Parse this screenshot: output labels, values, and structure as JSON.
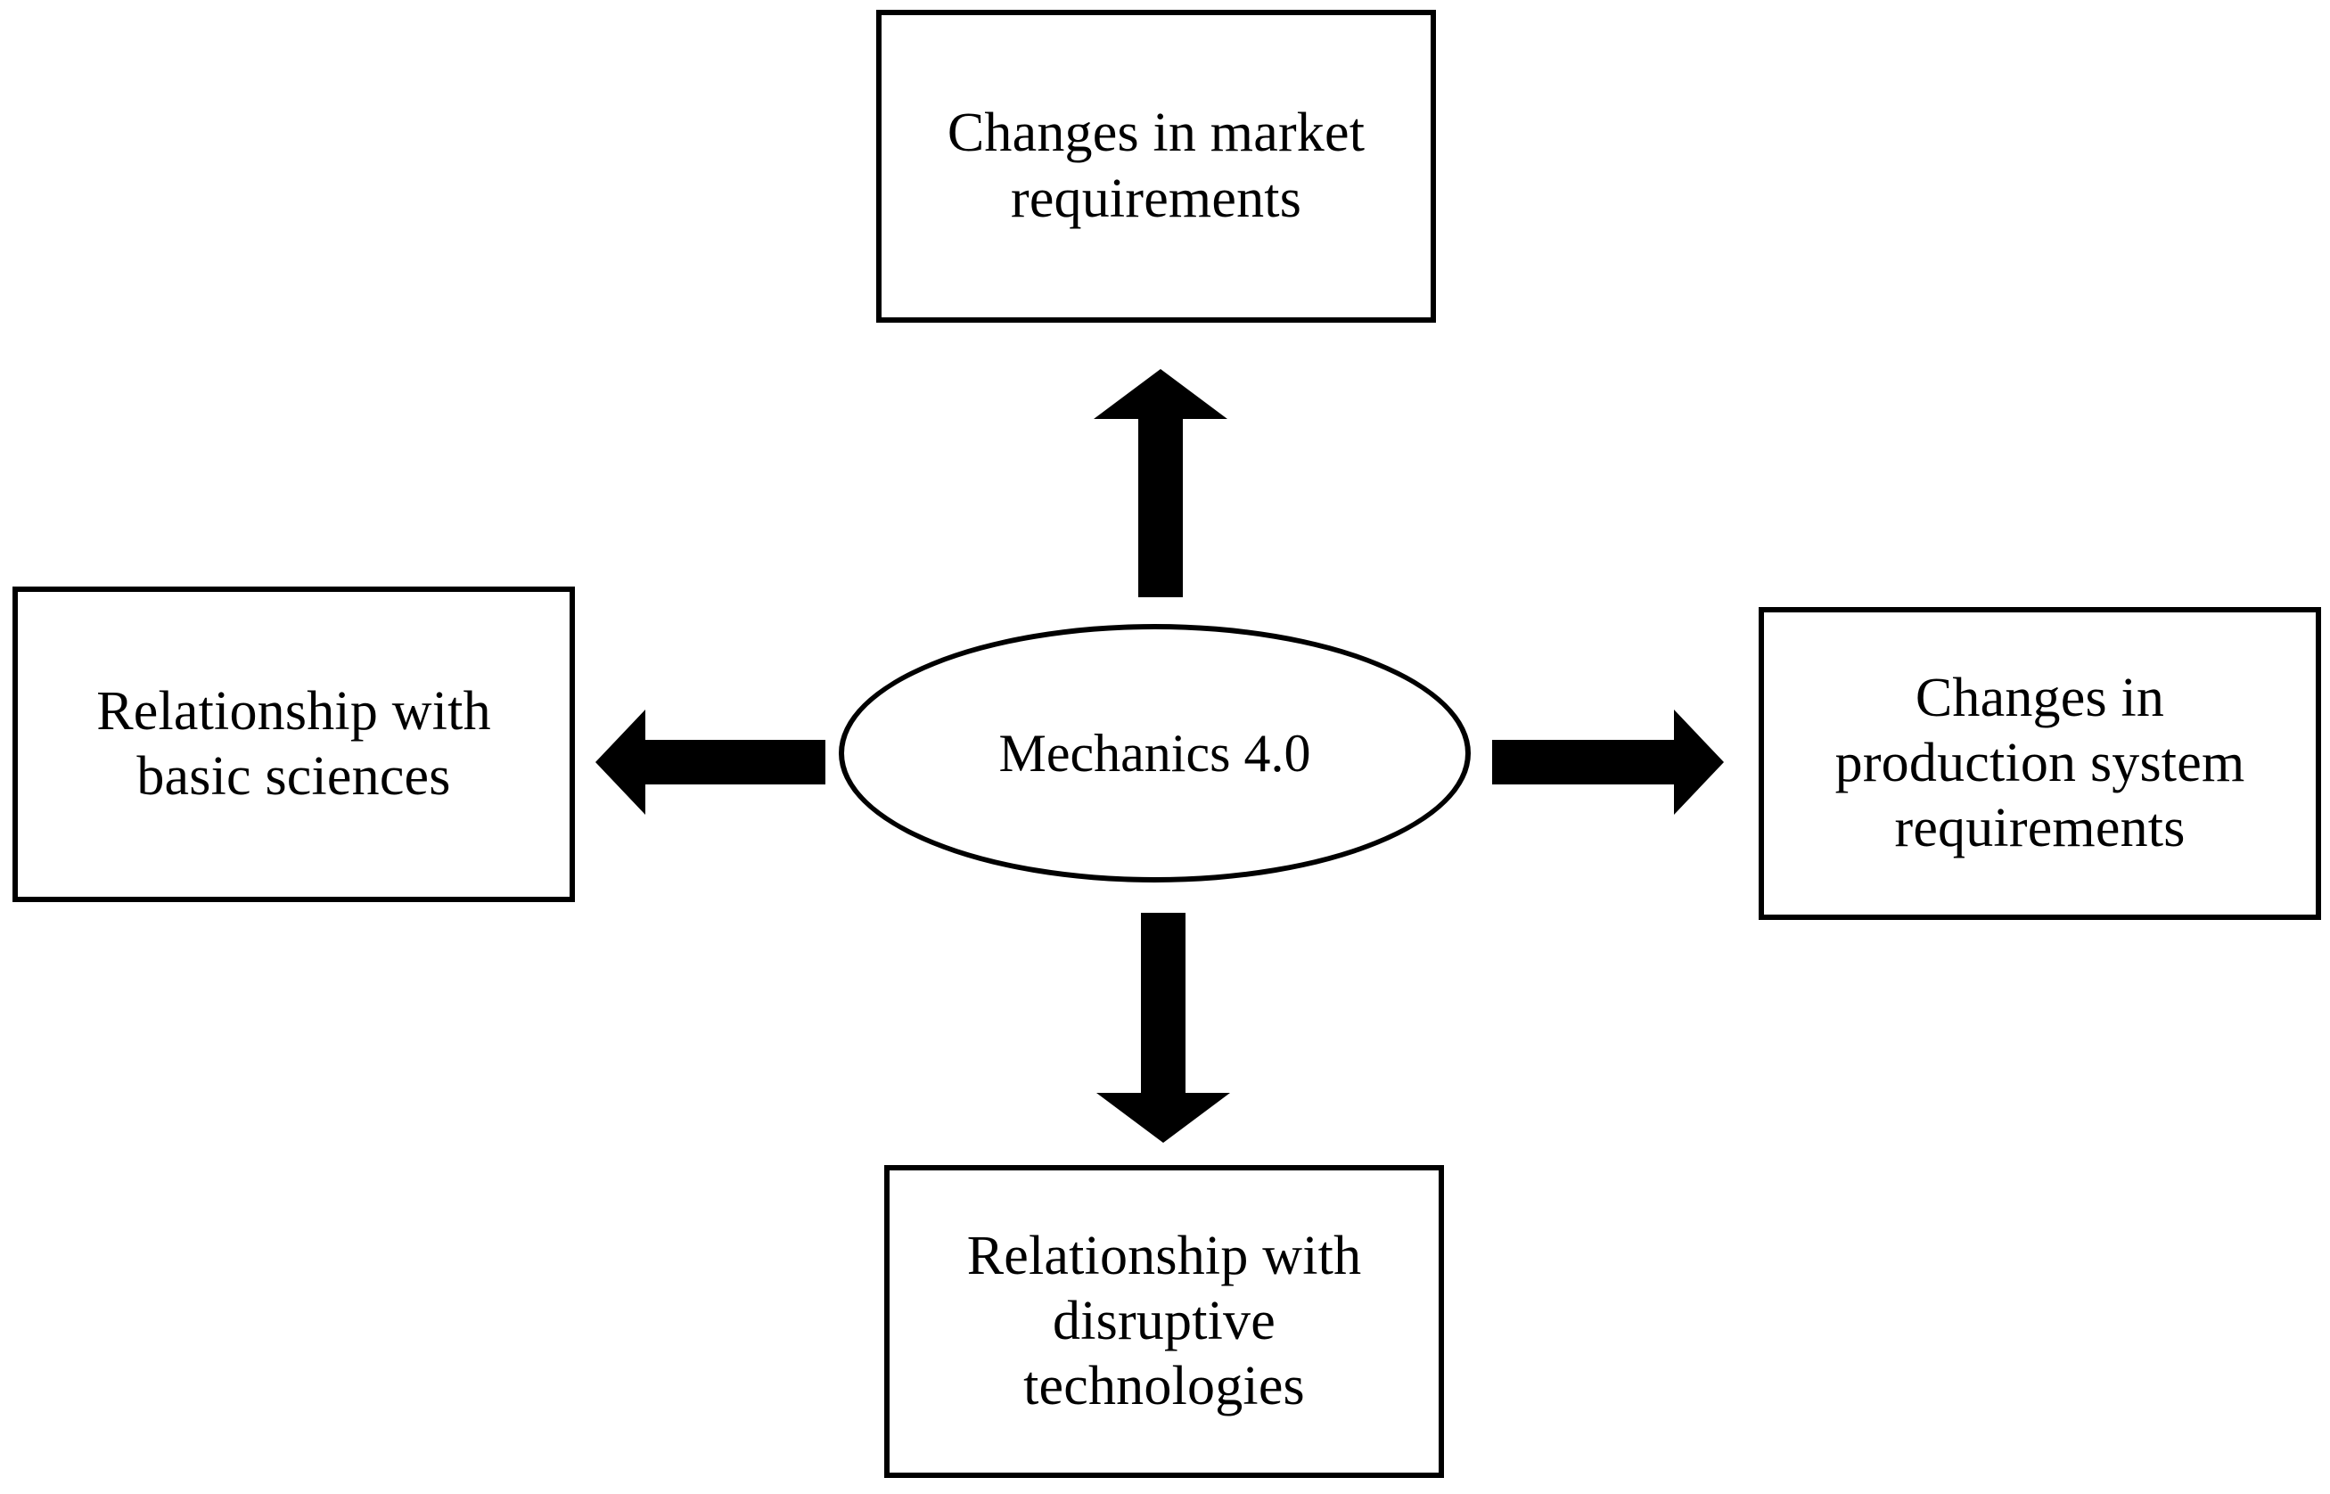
{
  "diagram": {
    "type": "radial-relationship-diagram",
    "center": {
      "shape": "ellipse",
      "label": "Mechanics 4.0"
    },
    "nodes": [
      {
        "id": "top",
        "position": "top",
        "shape": "rectangle",
        "label": "Changes in market\nrequirements"
      },
      {
        "id": "left",
        "position": "left",
        "shape": "rectangle",
        "label": "Relationship with\nbasic sciences"
      },
      {
        "id": "right",
        "position": "right",
        "shape": "rectangle",
        "label": "Changes in\nproduction system\nrequirements"
      },
      {
        "id": "bottom",
        "position": "bottom",
        "shape": "rectangle",
        "label": "Relationship with\ndisruptive\ntechnologies"
      }
    ],
    "connectors": [
      {
        "id": "arrow-up",
        "from": "center",
        "to": "top",
        "direction": "up",
        "style": "solid-block-arrow"
      },
      {
        "id": "arrow-down",
        "from": "center",
        "to": "bottom",
        "direction": "down",
        "style": "solid-block-arrow"
      },
      {
        "id": "arrow-left",
        "from": "center",
        "to": "left",
        "direction": "left",
        "style": "solid-block-arrow"
      },
      {
        "id": "arrow-right",
        "from": "center",
        "to": "right",
        "direction": "right",
        "style": "solid-block-arrow"
      }
    ],
    "colors": {
      "background": "#ffffff",
      "stroke": "#000000",
      "fill": "#ffffff",
      "arrow": "#000000"
    }
  }
}
